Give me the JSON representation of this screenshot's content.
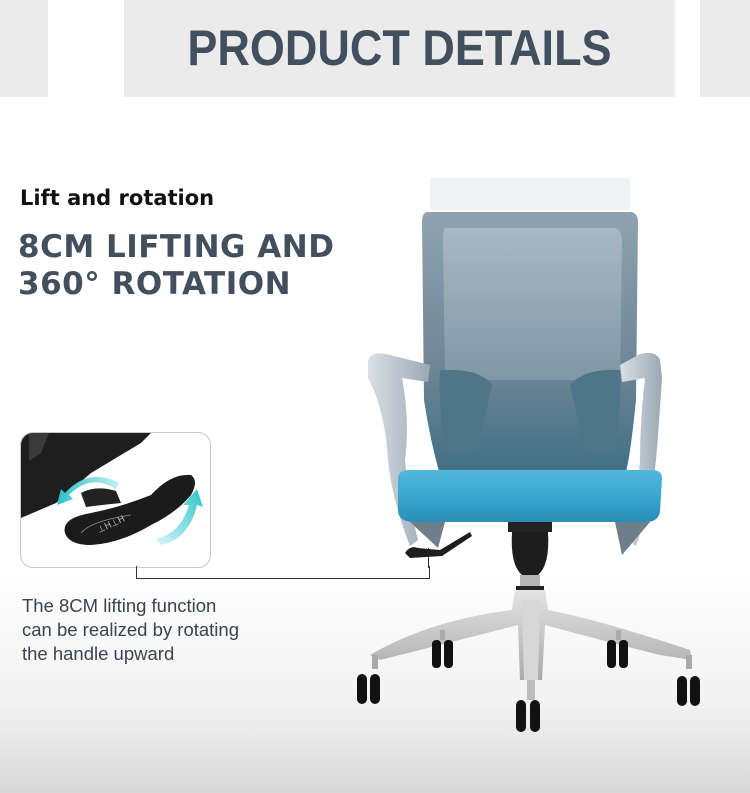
{
  "header": {
    "title": "PRODUCT DETAILS",
    "block_color": "#ebebeb",
    "title_color": "#414f5e"
  },
  "feature": {
    "subtitle": "Lift and rotation",
    "headline_lines": [
      "8CM LIFTING AND",
      "360° ROTATION"
    ],
    "headline_color": "#444f5d"
  },
  "inset": {
    "image": "height-adjustment-lever-closeup",
    "arrow_color": "#3cc6cf"
  },
  "description": {
    "lines": [
      "The 8CM lifting function",
      "can be realized by rotating",
      "the handle upward"
    ],
    "color": "#3b4350"
  },
  "product": {
    "image": "office-chair-mesh-back",
    "mesh_color": "#6d8595",
    "seat_color": "#3aa7cf",
    "frame_color": "#c9d3dc",
    "base_color": "#c8c8c8",
    "caster_color": "#111111"
  }
}
